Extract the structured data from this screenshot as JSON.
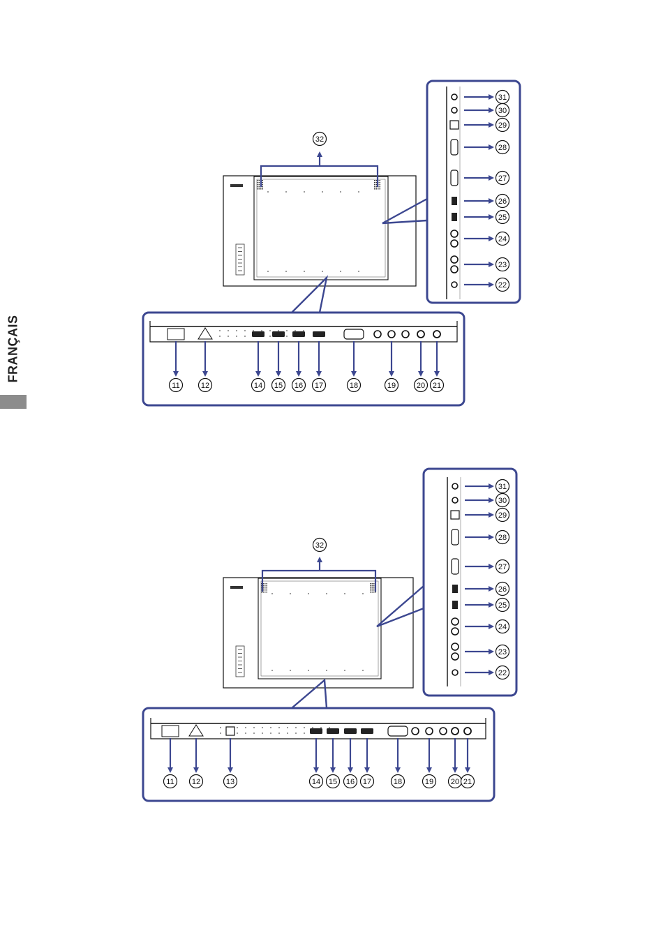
{
  "sidebar": {
    "language_label": "FRANÇAIS"
  },
  "colors": {
    "frame": "#3c4790",
    "arrow": "#3c4790",
    "device": "#111111",
    "tab": "#8c8c8c"
  },
  "diagrams": [
    {
      "name": "model-a",
      "top_callout": "32",
      "bottom_callouts": [
        "11",
        "12",
        "14",
        "15",
        "16",
        "17",
        "18",
        "19",
        "20",
        "21"
      ],
      "side_callouts": [
        "31",
        "30",
        "29",
        "28",
        "27",
        "26",
        "25",
        "24",
        "23",
        "22"
      ]
    },
    {
      "name": "model-b",
      "top_callout": "32",
      "bottom_callouts": [
        "11",
        "12",
        "13",
        "14",
        "15",
        "16",
        "17",
        "18",
        "19",
        "20",
        "21"
      ],
      "side_callouts": [
        "31",
        "30",
        "29",
        "28",
        "27",
        "26",
        "25",
        "24",
        "23",
        "22"
      ]
    }
  ]
}
